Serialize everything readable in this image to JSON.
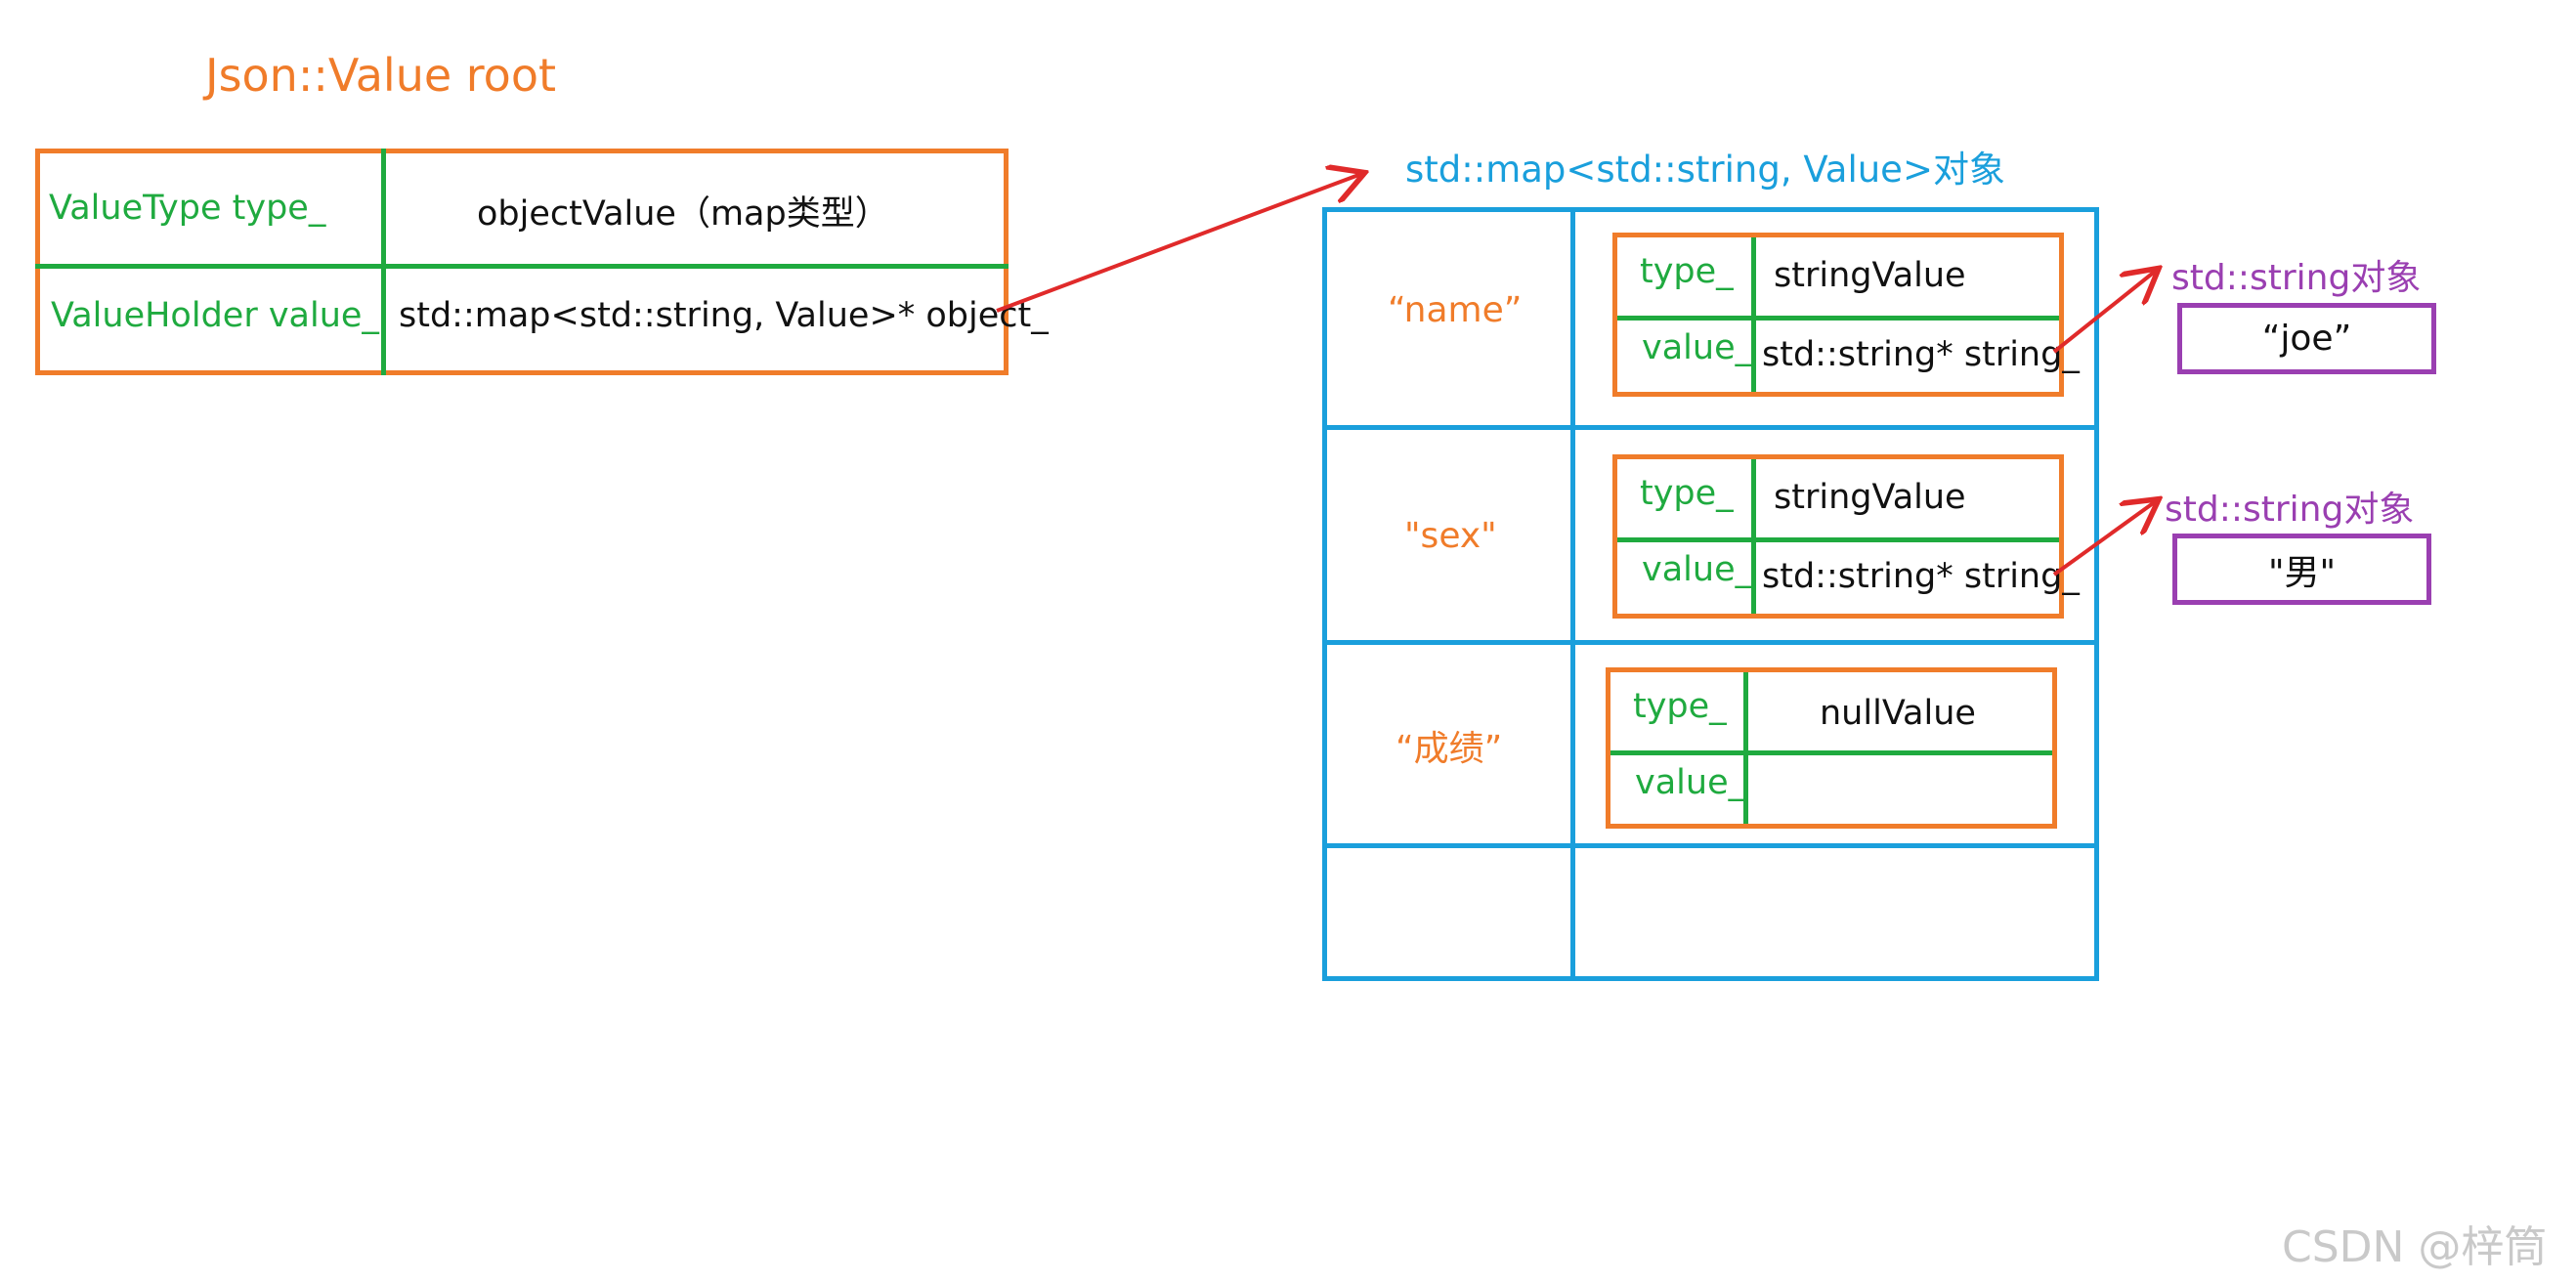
{
  "root": {
    "title": "Json::Value  root",
    "type_label": "ValueType type_",
    "type_value": "objectValue（map类型）",
    "value_label": "ValueHolder value_",
    "value_value": "std::map<std::string, Value>* object_"
  },
  "map": {
    "title": "std::map<std::string, Value>对象",
    "entries": [
      {
        "key": "“name”",
        "type_label": "type_",
        "type_value": "stringValue",
        "value_label": "value_",
        "value_value": "std::string* string_"
      },
      {
        "key": "\"sex\"",
        "type_label": "type_",
        "type_value": "stringValue",
        "value_label": "value_",
        "value_value": "std::string* string_"
      },
      {
        "key": "“成绩”",
        "type_label": "type_",
        "type_value": "nullValue",
        "value_label": "value_",
        "value_value": ""
      }
    ]
  },
  "strings": [
    {
      "title": "std::string对象",
      "value": "“joe”"
    },
    {
      "title": "std::string对象",
      "value": "\"男\""
    }
  ],
  "watermark": "CSDN @梓筒",
  "colors": {
    "orange": "#f07c2a",
    "green": "#1faa3f",
    "blue": "#1a9fdc",
    "purple": "#9a3fb1",
    "arrow": "#e02a2a"
  }
}
